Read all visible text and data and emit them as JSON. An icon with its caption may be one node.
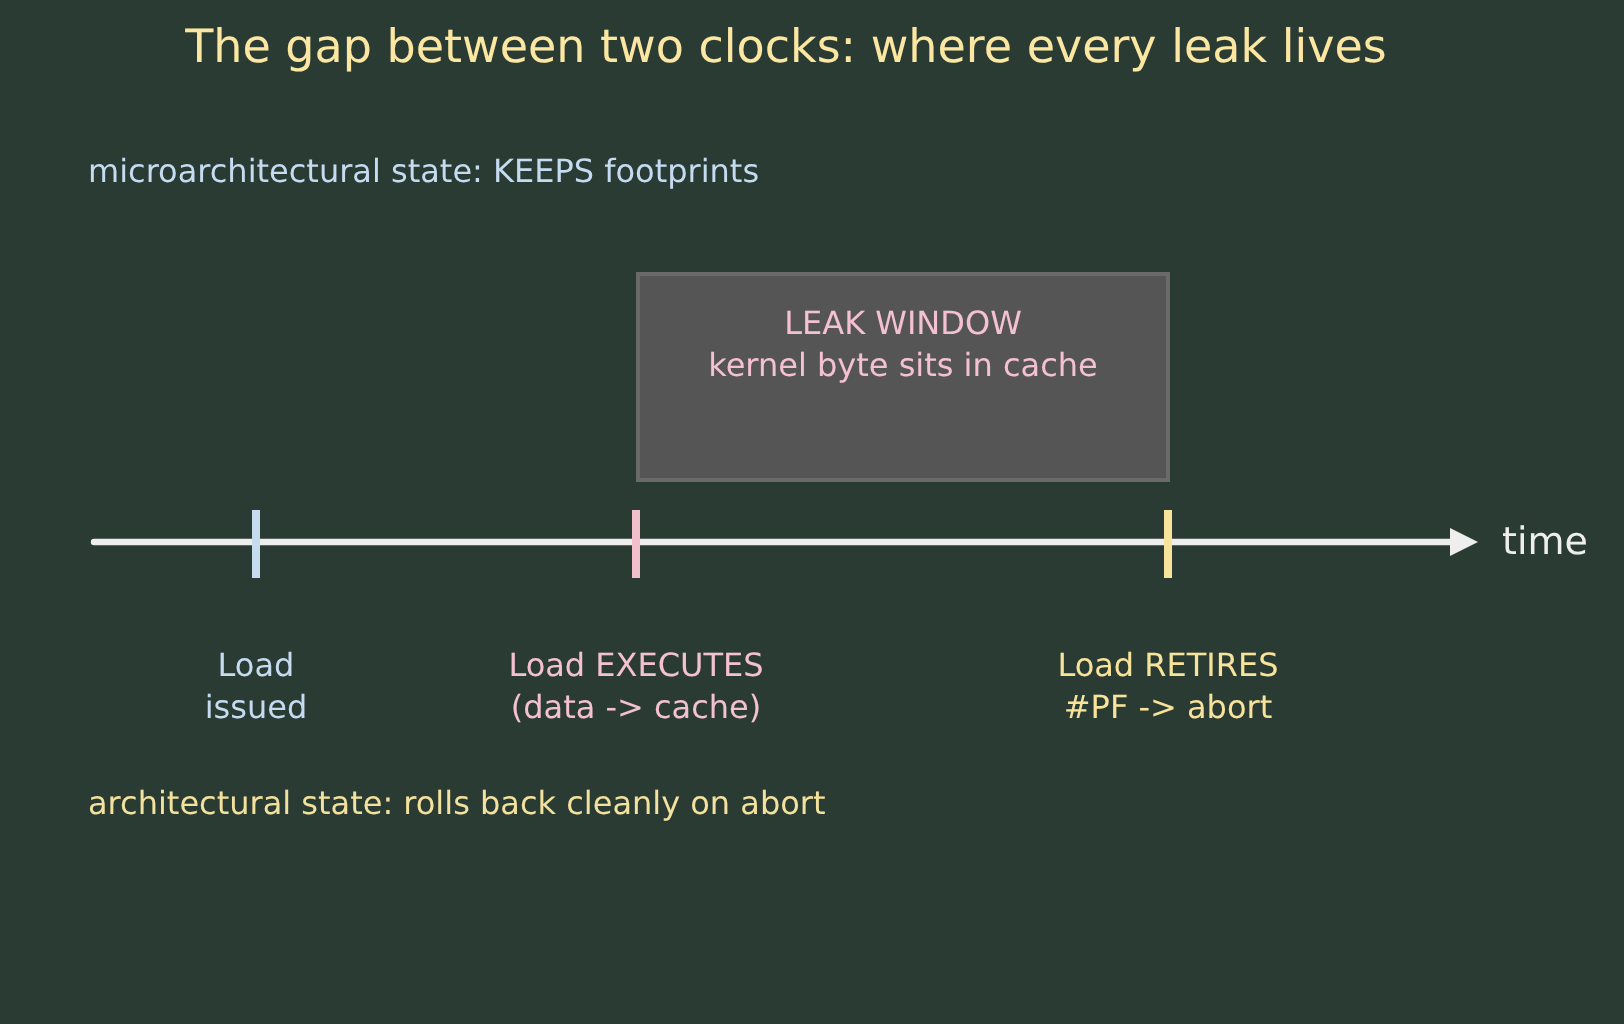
{
  "diagram": {
    "title": "The gap between two clocks: where every leak lives",
    "nodes": [
      {
        "text": [
          "LEAK WINDOW",
          "kernel byte sits in cache"
        ]
      }
    ],
    "labels": [
      "microarchitectural state: KEEPS footprints",
      "time",
      "Load issued",
      "Load EXECUTES (data -> cache)",
      "Load RETIRES #PF -> abort",
      "architectural state: rolls back cleanly on abort"
    ]
  }
}
